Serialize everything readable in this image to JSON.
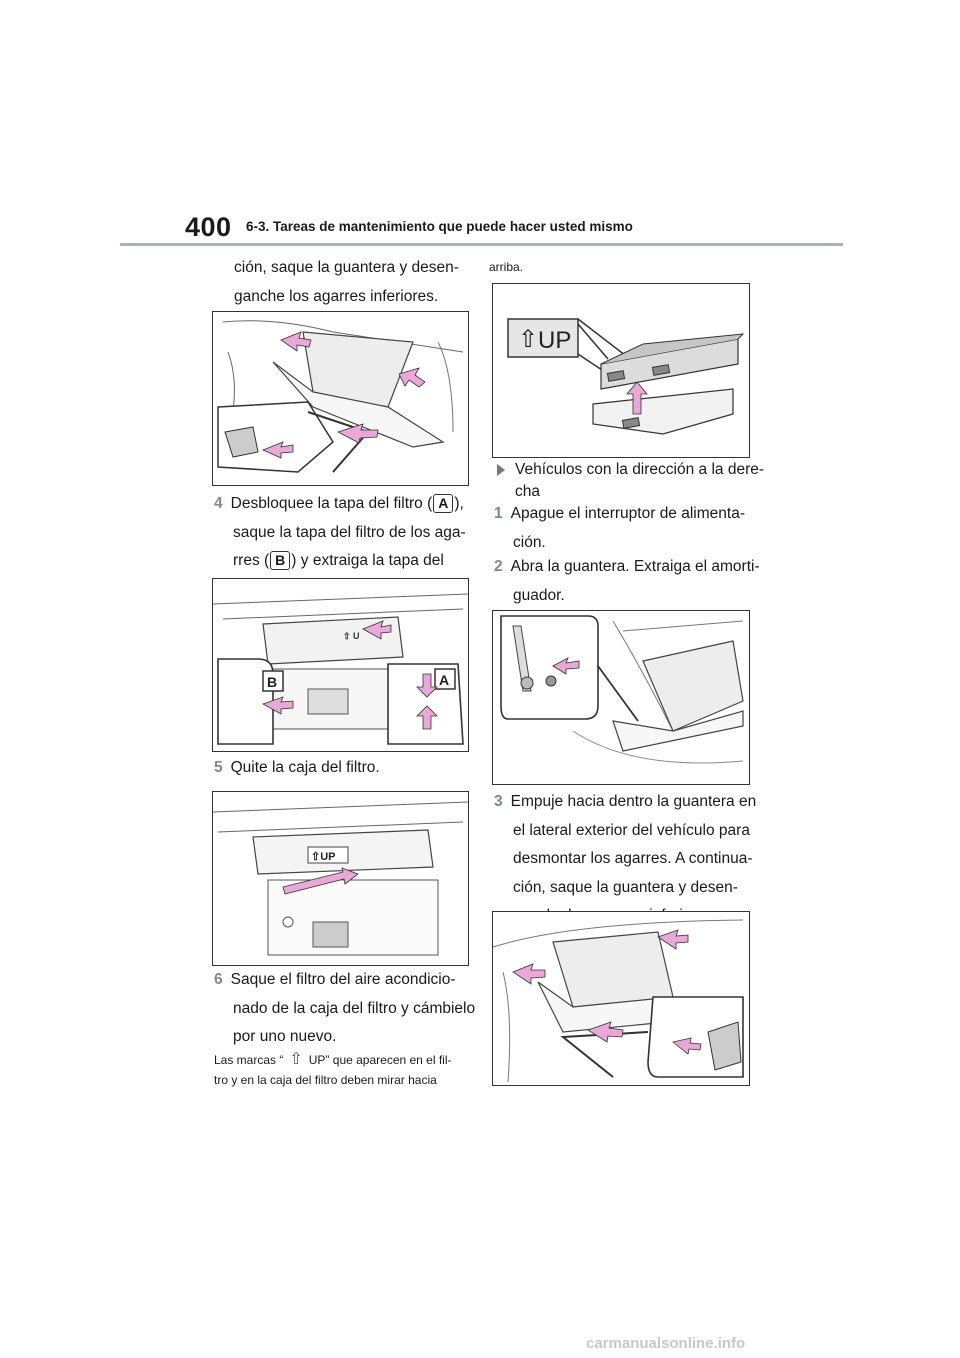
{
  "header": {
    "page_number": "400",
    "section_title": "6-3. Tareas de mantenimiento que puede hacer usted mismo"
  },
  "left": {
    "intro_line1": "ción, saque la guantera y desen-",
    "intro_line2": "ganche los agarres inferiores.",
    "step4": {
      "number": "4",
      "line1_pre": "Desbloquee la tapa del filtro (",
      "label_a": "A",
      "line1_post": "),",
      "line2": "saque la tapa del filtro de los aga-",
      "line3_pre": "rres (",
      "label_b": "B",
      "line3_post": ") y extraiga la tapa del filtro."
    },
    "step5": {
      "number": "5",
      "text": "Quite la caja del filtro."
    },
    "step6": {
      "number": "6",
      "line1": "Saque el filtro del aire acondicio-",
      "line2": "nado de la caja del filtro y cámbielo",
      "line3": "por uno nuevo."
    },
    "note_line1_pre": "Las marcas “",
    "note_line1_post": "UP” que aparecen en el fil-",
    "note_line2": "tro y en la caja del filtro deben mirar hacia"
  },
  "right": {
    "note_cont": "arriba.",
    "fig_label_up": "UP",
    "variant": {
      "line1": "Vehículos con la dirección a la dere-",
      "line2": "cha"
    },
    "step1": {
      "number": "1",
      "line1": "Apague el interruptor de alimenta-",
      "line2": "ción."
    },
    "step2": {
      "number": "2",
      "line1": "Abra la guantera. Extraiga el amorti-",
      "line2": "guador."
    },
    "step3": {
      "number": "3",
      "line1": "Empuje hacia dentro la guantera en",
      "line2": "el lateral exterior del vehículo para",
      "line3": "desmontar los agarres. A continua-",
      "line4": "ción, saque la guantera y desen-",
      "line5": "ganche los agarres inferiores."
    }
  },
  "figures": {
    "fig2_label_b": "B",
    "fig2_label_a": "A",
    "fig2_mark": "⇧ U",
    "fig3_mark": "⇧UP"
  },
  "footer": {
    "watermark": "carmanualsonline.info"
  },
  "colors": {
    "arrow_pink": "#e9a8d8",
    "rule_gray": "#a8b4b8",
    "step_num": "#7a8a96"
  }
}
